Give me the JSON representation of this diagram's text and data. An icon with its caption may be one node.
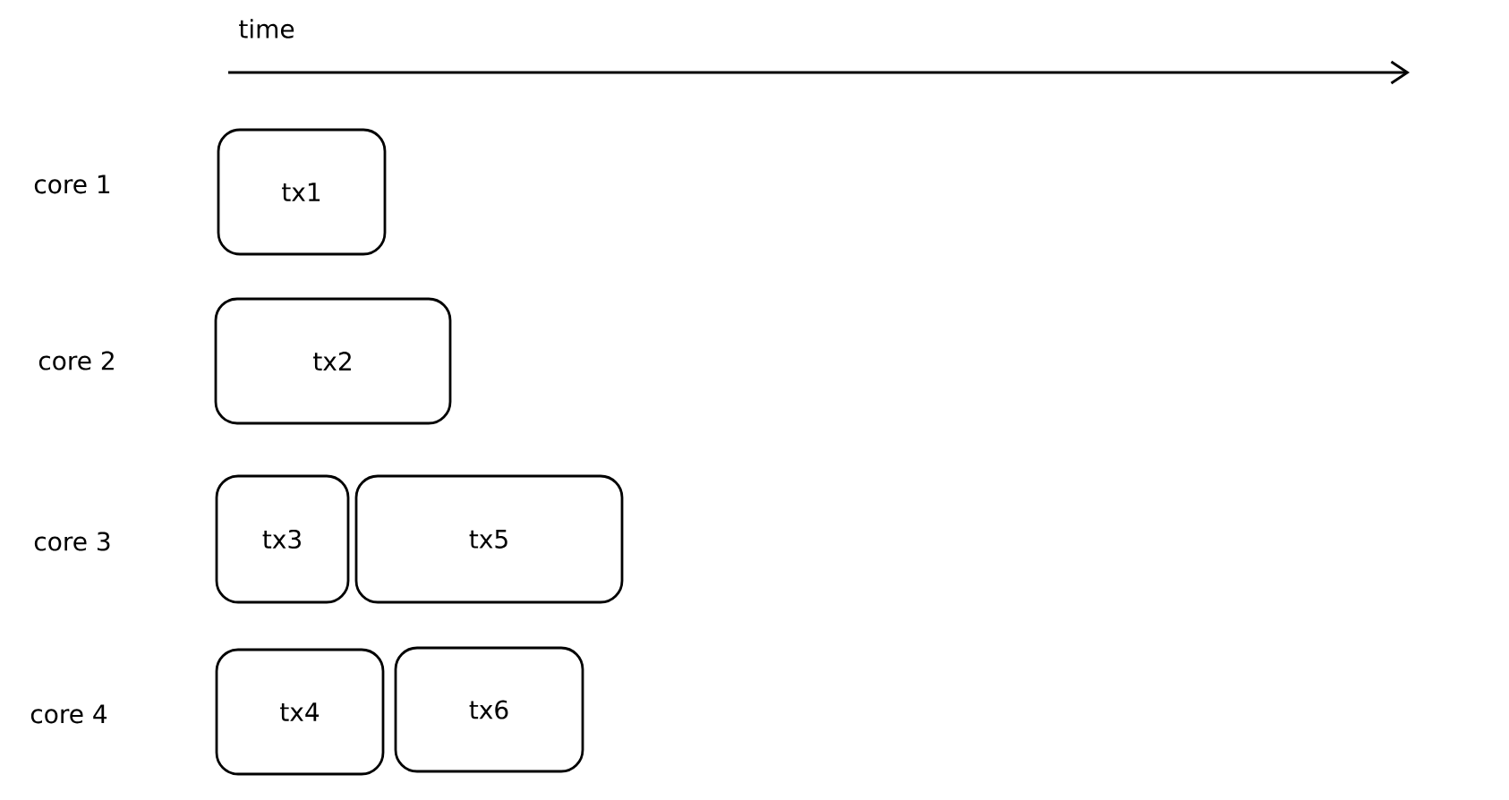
{
  "diagram": {
    "nodes": [
      {
        "text": [
          "tx1"
        ]
      },
      {
        "text": [
          "tx2"
        ]
      },
      {
        "text": [
          "tx3"
        ]
      },
      {
        "text": [
          "tx5"
        ]
      },
      {
        "text": [
          "tx4"
        ]
      },
      {
        "text": [
          "tx6"
        ]
      }
    ],
    "labels": [
      "time",
      "core 1",
      "core 2",
      "core 3",
      "core 4"
    ]
  }
}
